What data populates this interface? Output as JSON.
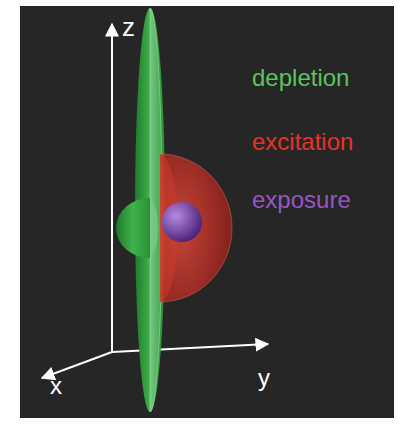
{
  "diagram": {
    "labels": [
      "z",
      "x",
      "y",
      "depletion",
      "excitation",
      "exposure"
    ]
  }
}
